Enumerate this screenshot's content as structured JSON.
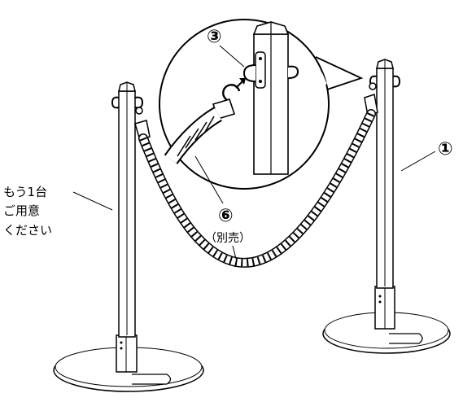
{
  "labels": {
    "post_number": "①",
    "hook_number": "③",
    "rope_number": "⑥",
    "rope_note": "（別売）",
    "other_post_line1": "もう1台",
    "other_post_line2": "ご用意",
    "other_post_line3": "ください"
  },
  "colors": {
    "line": "#000000",
    "fill": "#ffffff"
  }
}
